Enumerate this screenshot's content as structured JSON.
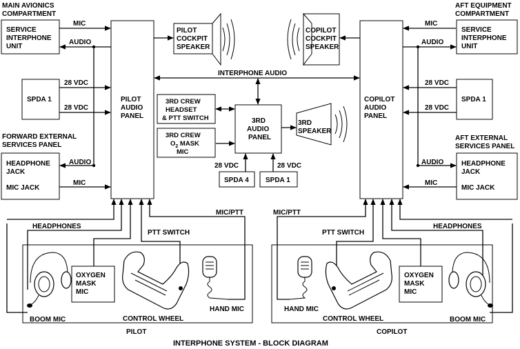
{
  "title": "INTERPHONE SYSTEM - BLOCK DIAGRAM",
  "sections": {
    "main_avionics": [
      "MAIN AVIONICS",
      "COMPARTMENT"
    ],
    "aft_equipment": [
      "AFT EQUIPMENT",
      "COMPARTMENT"
    ],
    "forward_external": [
      "FORWARD EXTERNAL",
      "SERVICES PANEL"
    ],
    "aft_external": [
      "AFT EXTERNAL",
      "SERVICES PANEL"
    ],
    "pilot": "PILOT",
    "copilot": "COPILOT"
  },
  "boxes": {
    "service_interphone_left": [
      "SERVICE",
      "INTERPHONE",
      "UNIT"
    ],
    "service_interphone_right": [
      "SERVICE",
      "INTERPHONE",
      "UNIT"
    ],
    "spda1_left": "SPDA 1",
    "spda1_right": "SPDA 1",
    "jack_left": [
      "HEADPHONE",
      "JACK",
      "MIC JACK"
    ],
    "jack_right": [
      "HEADPHONE",
      "JACK",
      "MIC JACK"
    ],
    "pilot_panel": [
      "PILOT",
      "AUDIO",
      "PANEL"
    ],
    "copilot_panel": [
      "COPILOT",
      "AUDIO",
      "PANEL"
    ],
    "third_headset": [
      "3RD CREW",
      "HEADSET",
      "& PTT SWITCH"
    ],
    "third_mask": [
      "3RD CREW",
      "O",
      "2",
      " MASK",
      "MIC"
    ],
    "third_panel": [
      "3RD",
      "AUDIO",
      "PANEL"
    ],
    "spda4": "SPDA 4",
    "spda1_mid": "SPDA 1",
    "oxygen_left": [
      "OXYGEN",
      "MASK",
      "MIC"
    ],
    "oxygen_right": [
      "OXYGEN",
      "MASK",
      "MIC"
    ]
  },
  "speakers": {
    "pilot": [
      "PILOT",
      "COCKPIT",
      "SPEAKER"
    ],
    "copilot": [
      "COPILOT",
      "COCKPIT",
      "SPEAKER"
    ],
    "third": [
      "3RD",
      "SPEAKER"
    ]
  },
  "signals": {
    "mic": "MIC",
    "audio": "AUDIO",
    "vdc": "28 VDC",
    "interphone_audio": "INTERPHONE AUDIO",
    "mic_ptt": "MIC/PTT",
    "headphones": "HEADPHONES",
    "ptt_switch": "PTT SWITCH"
  },
  "devices": {
    "boom_mic": "BOOM MIC",
    "control_wheel": "CONTROL WHEEL",
    "hand_mic": "HAND MIC"
  }
}
